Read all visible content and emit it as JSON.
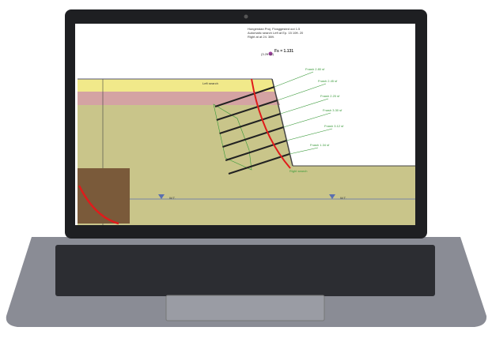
{
  "header": {
    "lines": [
      "Hongendan Proj. Flosggested out 1.5",
      "Automatic search Left at Ep. 15 10ft. 20",
      "Right at at 24. 38ft."
    ]
  },
  "fos": {
    "coord": "(3.2ft 12)",
    "value": "Fs = 1.131"
  },
  "labels": {
    "left_search": "Left search",
    "right_search": "Right search"
  },
  "nails": [
    "Fnash 2.80 sf",
    "Fnash 2.45 sf",
    "Fnash 2.20 sf",
    "Fnash 3.30 sf",
    "Fnash 3.12 sf",
    "Fnash 1.34 sf"
  ],
  "water": [
    "W.T.",
    "W.T."
  ],
  "colors": {
    "fill": "#c9c58a",
    "yellow": "#f1e98a",
    "pink": "#d4a3a3",
    "slip": "#e01b1b",
    "nail": "#3a9a3a"
  }
}
